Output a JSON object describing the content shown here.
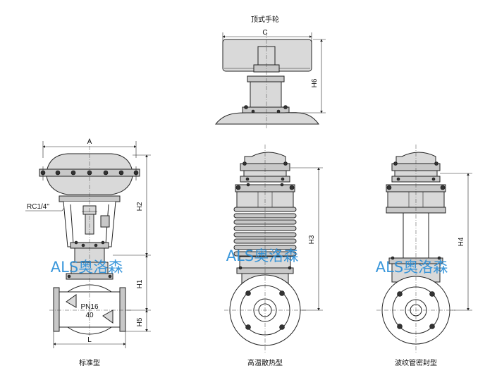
{
  "titles": {
    "top_handwheel": "顶式手轮",
    "standard": "标准型",
    "high_temp": "高温散热型",
    "bellows": "波纹管密封型"
  },
  "dimensions": {
    "C": "C",
    "H6": "H6",
    "A": "A",
    "H2": "H2",
    "H1": "H1",
    "H5": "H5",
    "L": "L",
    "H3": "H3",
    "H4": "H4"
  },
  "labels": {
    "port": "RC1/4\"",
    "pressure": "PN16",
    "size": "40"
  },
  "watermark": "ALS奥洛森",
  "colors": {
    "watermark": "#2a8fd8",
    "body_fill": "#d9d9d9",
    "line": "#222222"
  }
}
